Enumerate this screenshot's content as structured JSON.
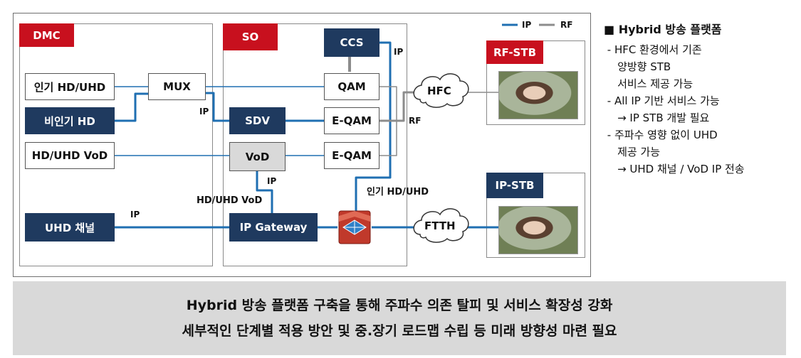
{
  "legend": {
    "ip": "IP",
    "rf": "RF"
  },
  "colors": {
    "ip_line": "#1f6fb2",
    "rf_line": "#8c8c8c",
    "navy": "#1f3a5f",
    "red": "#c8101e",
    "banner": "#d9d9d9"
  },
  "panels": {
    "dmc": "DMC",
    "so": "SO"
  },
  "dmc_boxes": {
    "popular": "인기 HD/UHD",
    "nonpopular": "비인기 HD",
    "vod": "HD/UHD VoD",
    "uhd_channel": "UHD 채널"
  },
  "so_boxes": {
    "mux": "MUX",
    "ccs": "CCS",
    "qam": "QAM",
    "sdv": "SDV",
    "eqam1": "E-QAM",
    "vod": "VoD",
    "eqam2": "E-QAM",
    "ip_gateway": "IP Gateway"
  },
  "line_labels": {
    "ip_ccs": "IP",
    "ip_mux": "IP",
    "rf": "RF",
    "ip_vod": "IP",
    "hd_uhd_vod": "HD/UHD VoD",
    "ip_uhd": "IP",
    "popular_hd_uhd": "인기 HD/UHD"
  },
  "clouds": {
    "hfc": "HFC",
    "ftth": "FTTH"
  },
  "stb": {
    "rf": "RF-STB",
    "ip": "IP-STB"
  },
  "notes": {
    "title": "■ Hybrid 방송 플랫폼",
    "lines": [
      " - HFC 환경에서 기존",
      "    양방향 STB",
      "    서비스 제공 가능",
      " - All IP 기반 서비스 가능",
      "    → IP STB 개발 필요",
      " - 주파수 영향 없이 UHD",
      "    제공 가능",
      "    → UHD 채널 / VoD IP 전송"
    ]
  },
  "banner": {
    "line1": "Hybrid 방송 플랫폼 구축을 통해 주파수 의존 탈피 및 서비스 확장성 강화",
    "line2": "세부적인 단계별 적용 방안 및 중.장기 로드맵 수립 등 미래 방향성 마련 필요"
  }
}
